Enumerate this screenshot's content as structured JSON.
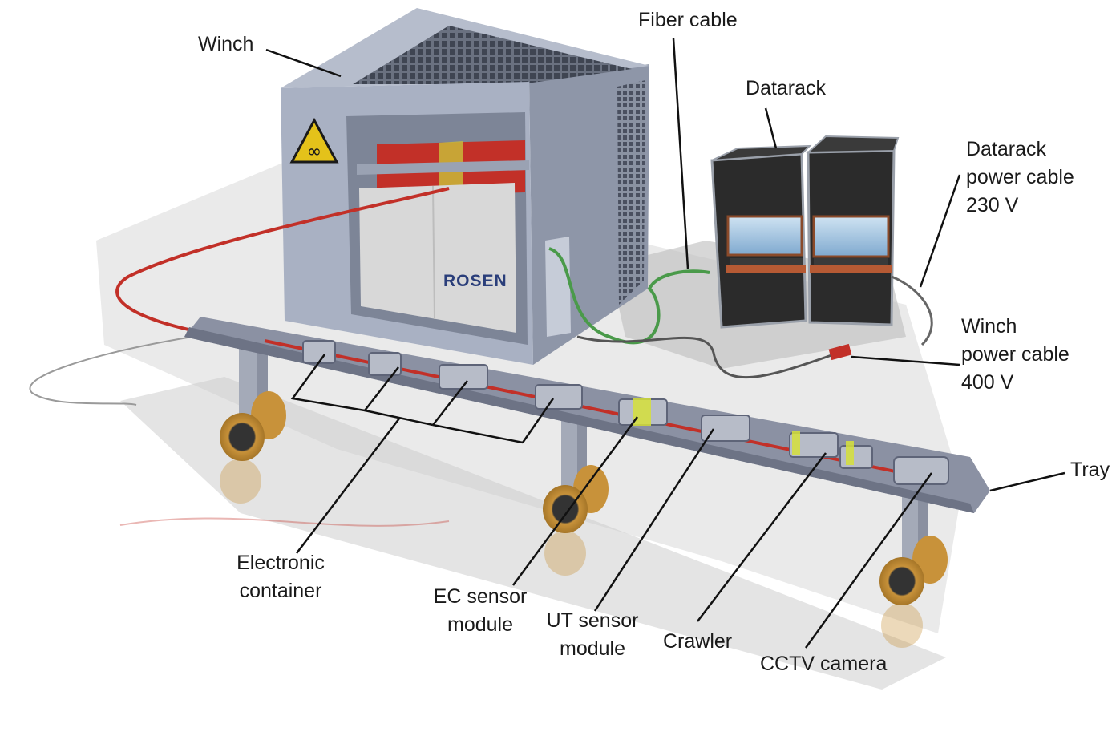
{
  "labels": {
    "winch": "Winch",
    "fiber_cable": "Fiber cable",
    "datarack": "Datarack",
    "datarack_power": [
      "Datarack",
      "power cable",
      "230 V"
    ],
    "winch_power": [
      "Winch",
      "power cable",
      "400 V"
    ],
    "tray": "Tray",
    "electronic_container": [
      "Electronic",
      "container"
    ],
    "ec_sensor": [
      "EC sensor",
      "module"
    ],
    "ut_sensor": [
      "UT sensor",
      "module"
    ],
    "crawler": "Crawler",
    "cctv": "CCTV camera"
  },
  "logo_text": "ROSEN",
  "colors": {
    "winch_frame": "#a8b0c2",
    "winch_dark": "#5e6678",
    "drum_red": "#c23028",
    "rack_black": "#2b2b2b",
    "tray": "#8b91a3",
    "wheel_orange": "#c8923a",
    "fiber_green": "#4a9a4a",
    "leader": "#111111"
  }
}
